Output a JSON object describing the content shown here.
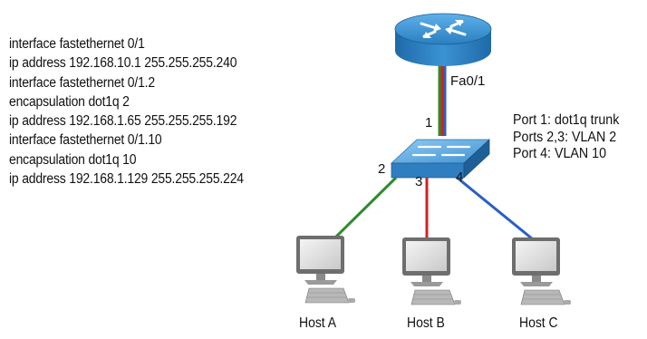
{
  "config_lines": [
    "interface fastethernet 0/1",
    "ip address 192.168.10.1 255.255.255.240",
    "interface fastethernet 0/1.2",
    "encapsulation dot1q 2",
    "ip address 192.168.1.65 255.255.255.192",
    "interface fastethernet 0/1.10",
    "encapsulation dot1q 10",
    "ip address 192.168.1.129 255.255.255.224"
  ],
  "router": {
    "interface_label": "Fa0/1",
    "icon": "router-icon"
  },
  "switch": {
    "icon": "switch-icon"
  },
  "ports": {
    "p1": "1",
    "p2": "2",
    "p3": "3",
    "p4": "4"
  },
  "port_legend": [
    "Port 1: dot1q trunk",
    "Ports 2,3: VLAN 2",
    "Port 4: VLAN 10"
  ],
  "hosts": [
    {
      "label": "Host A",
      "icon": "computer-icon"
    },
    {
      "label": "Host B",
      "icon": "computer-icon"
    },
    {
      "label": "Host C",
      "icon": "computer-icon"
    }
  ],
  "colors": {
    "router_blue": "#2f86c8",
    "switch_blue": "#3b8fd0",
    "link_green": "#2e8b2e",
    "link_red": "#d42020",
    "link_blue": "#2a5fc4"
  }
}
